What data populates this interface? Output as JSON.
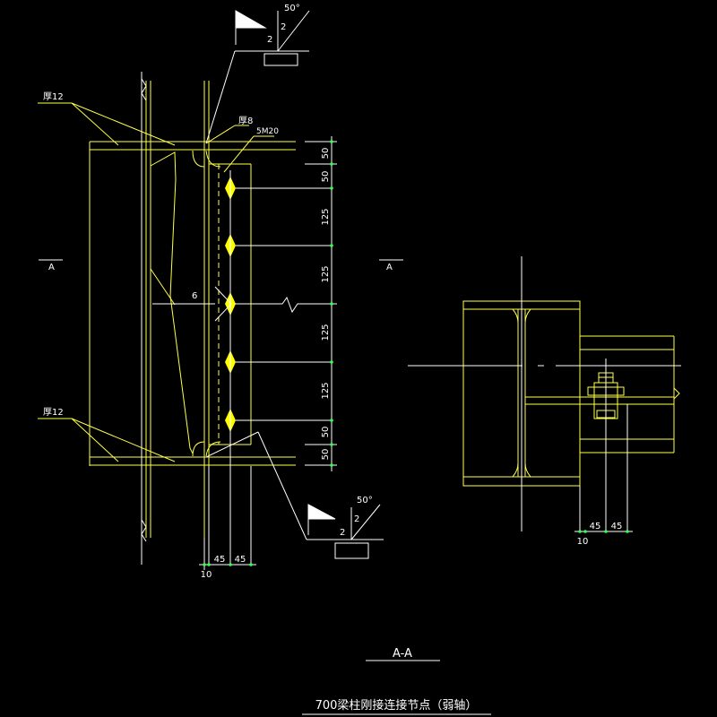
{
  "colors": {
    "background": "#000000",
    "yellow": "#ffff4a",
    "white": "#ffffff",
    "green": "#33ff55",
    "bolt_fill": "#ffff00"
  },
  "labels": {
    "thickness_top": "厚12",
    "thickness_bottom": "厚12",
    "thickness_plate": "厚8",
    "bolts": "5M20",
    "weld_size_6": "6",
    "section_mark_left": "A",
    "section_mark_right": "A",
    "weld_top": {
      "angle": "50°",
      "gap": "2",
      "size": "2"
    },
    "weld_bottom": {
      "angle": "50°",
      "gap": "2",
      "size": "2"
    }
  },
  "dims": {
    "vertical": [
      "50",
      "50",
      "125",
      "125",
      "125",
      "125",
      "50",
      "50"
    ],
    "bottom": {
      "d1": "45",
      "d2": "45",
      "d3": "10"
    },
    "section": {
      "d1": "45",
      "d2": "45",
      "d3": "10"
    }
  },
  "section_title": "A-A",
  "drawing_title": "700梁柱刚接连接节点（弱轴）"
}
